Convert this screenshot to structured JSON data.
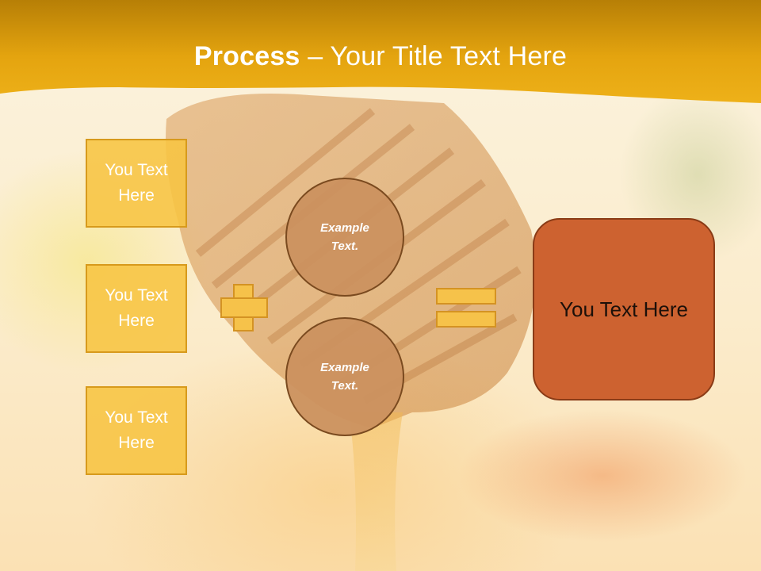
{
  "header": {
    "title_bold": "Process",
    "title_rest": " – Your Title Text Here"
  },
  "left_boxes": [
    {
      "label": "You Text Here"
    },
    {
      "label": "You Text Here"
    },
    {
      "label": "You Text Here"
    }
  ],
  "circles": [
    {
      "label": "Example Text."
    },
    {
      "label": "Example Text."
    }
  ],
  "operators": {
    "plus": "plus-icon",
    "equals": "equals-icon"
  },
  "result": {
    "label": "You Text Here"
  },
  "colors": {
    "header_gold": "#e9a90f",
    "box_yellow": "#f7c442",
    "circle_brown": "#cb915f",
    "result_orange": "#cd6230"
  }
}
